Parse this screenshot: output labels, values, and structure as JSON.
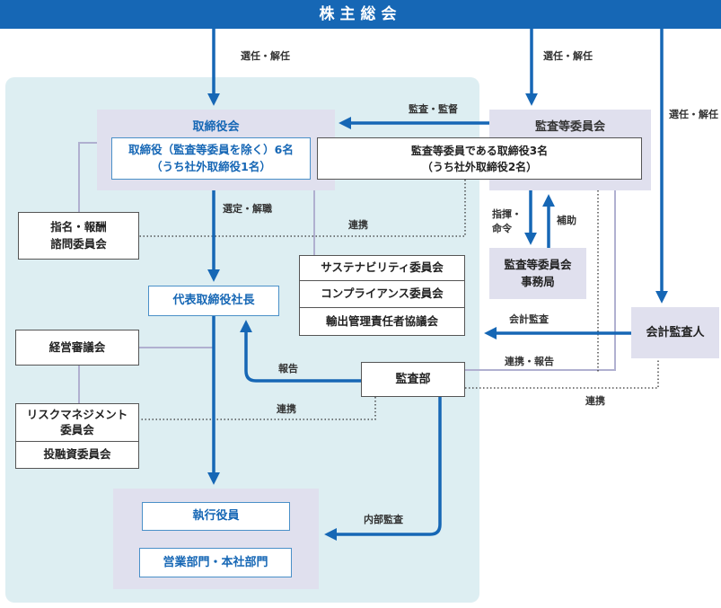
{
  "shareholders_meeting": "株主総会",
  "board": {
    "title": "取締役会",
    "directors_line1": "取締役（監査等委員を除く）6名",
    "directors_line2": "（うち社外取締役1名）"
  },
  "audit_committee": {
    "title": "監査等委員会",
    "members_line1": "監査等委員である取締役3名",
    "members_line2": "（うち社外取締役2名）"
  },
  "audit_committee_office": {
    "line1": "監査等委員会",
    "line2": "事務局"
  },
  "nomination_committee": {
    "line1": "指名・報酬",
    "line2": "諮問委員会"
  },
  "sustainability_committee": "サステナビリティ委員会",
  "compliance_committee": "コンプライアンス委員会",
  "export_control_council": "輸出管理責任者協議会",
  "president": "代表取締役社長",
  "management_council": "経営審議会",
  "risk_committee": {
    "line1": "リスクマネジメント",
    "line2": "委員会"
  },
  "investment_committee": "投融資委員会",
  "internal_audit_dept": "監査部",
  "accounting_auditor": "会計監査人",
  "officers": "執行役員",
  "departments": "営業部門・本社部門",
  "labels": {
    "elect_dismiss_left": "選任・解任",
    "elect_dismiss_mid": "選任・解任",
    "elect_dismiss_right": "選任・解任",
    "audit_supervise": "監査・監督",
    "appoint_dismiss": "選定・解職",
    "coordination_nomination": "連携",
    "direct_order_1": "指揮・",
    "direct_order_2": "命令",
    "assist": "補助",
    "accounting_audit": "会計監査",
    "report_to_president": "報告",
    "coordination_report": "連携・報告",
    "coordination_risk": "連携",
    "coordination_auditor": "連携",
    "internal_audit": "内部監査"
  },
  "colors": {
    "primary_blue": "#1667b5",
    "zone": "#ddeef2",
    "panel": "#e0e0ee",
    "connector": "#b0b0d0"
  }
}
